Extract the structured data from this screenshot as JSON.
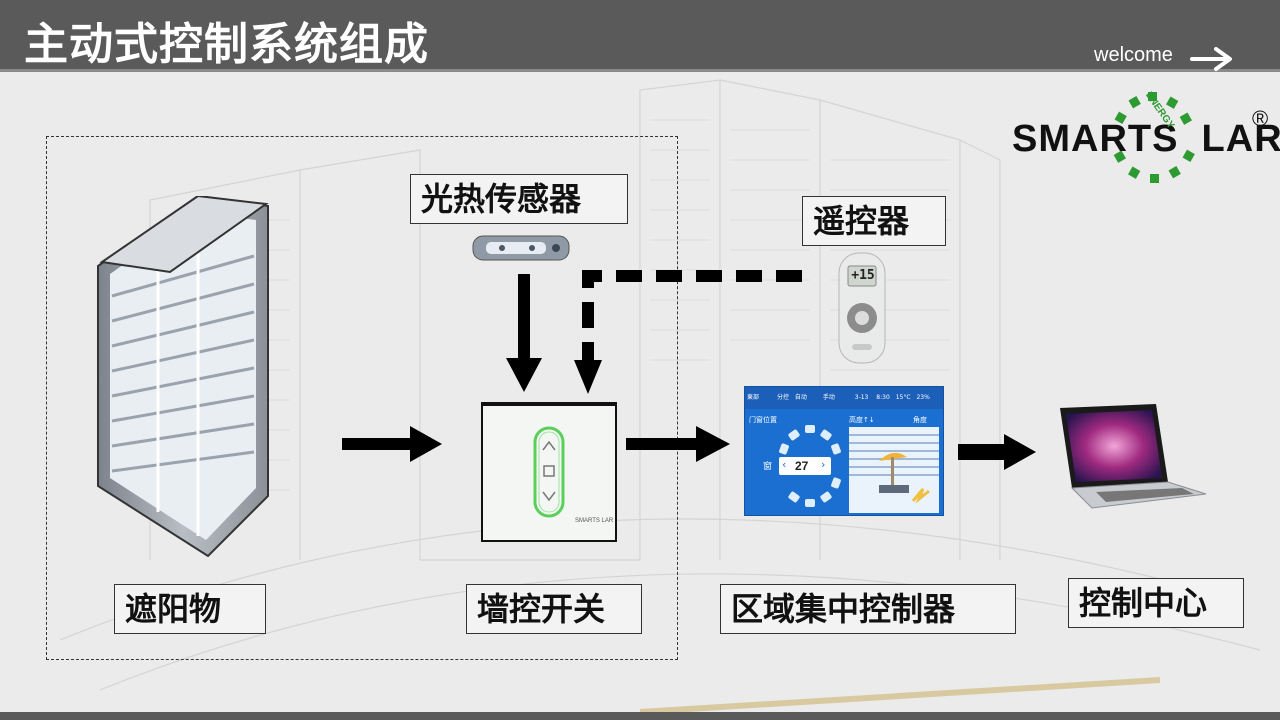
{
  "header": {
    "title": "主动式控制系统组成",
    "welcome_label": "welcome"
  },
  "logo": {
    "text": "SMARTS  LAR",
    "registered": "®",
    "energy": "ENERGY"
  },
  "labels": {
    "sunshade": "遮阳物",
    "wall_switch": "墙控开关",
    "light_heat_sensor": "光热传感器",
    "remote_control": "遥控器",
    "zone_controller": "区域集中控制器",
    "control_center": "控制中心"
  },
  "remote_display": "+15",
  "controller_screen": {
    "top_items": [
      "東部",
      "分控",
      "自动",
      "手动",
      "3-13",
      "8:30",
      "15°C",
      "23%"
    ],
    "left_title": "门窗位置",
    "right_title": "高度↑↓",
    "angle_label": "角度",
    "window_label": "窗",
    "position_value": "27"
  },
  "switch_brand": "SMARTS LAR",
  "colors": {
    "header_bg": "#5a5a5a",
    "logo_green": "#2e9a32",
    "arrow": "#000000"
  }
}
